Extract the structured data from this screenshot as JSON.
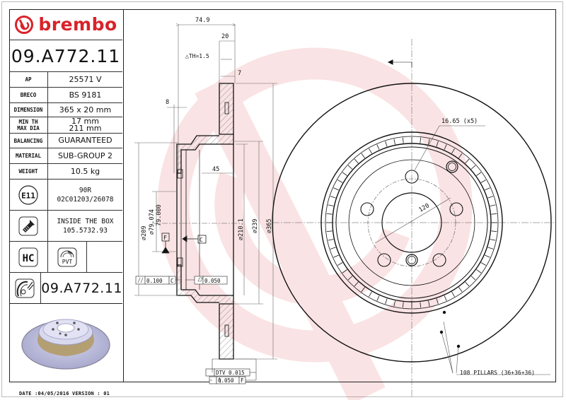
{
  "brand": {
    "name": "brembo",
    "color": "#d8232a"
  },
  "part_number": "09.A772.11",
  "specs": [
    {
      "key": "AP",
      "value": "25571 V"
    },
    {
      "key": "BRECO",
      "value": "BS 9181"
    },
    {
      "key": "DIMENSION",
      "value": "365 x 20 mm"
    },
    {
      "key": "MIN TH\nMAX DIA",
      "key_line1": "MIN TH",
      "key_line2": "MAX DIA",
      "value_line1": "17 mm",
      "value_line2": "211 mm"
    },
    {
      "key": "BALANCING",
      "value": "GUARANTEED"
    },
    {
      "key": "MATERIAL",
      "value": "SUB-GROUP 2"
    },
    {
      "key": "WEIGHT",
      "value": "10.5 kg"
    }
  ],
  "approval": {
    "icon": "e11-approval-icon",
    "label": "E11",
    "line1": "90R",
    "line2": "02C01203/26078"
  },
  "screw": {
    "icon": "screw-icon",
    "line1": "INSIDE THE BOX",
    "line2": "105.5732.93"
  },
  "badges": {
    "hc": "HC",
    "pvt": "PVT"
  },
  "reference_part": "09.A772.11",
  "footer": {
    "date_label": "DATE :04/05/2016 VERSION : 01"
  },
  "section_view": {
    "dims": {
      "overall_height": "74.9",
      "thickness": "20",
      "delta_th": "△TH=1.5",
      "seven": "7",
      "eight": "8",
      "depth": "45",
      "d209": "⌀209",
      "d79_upper": "⌀79.074",
      "d79_lower": "79.000",
      "d210": "⌀210.1",
      "d239": "⌀239",
      "d365": "⌀365",
      "datum_f": "F",
      "datum_c": "C"
    },
    "tolerances": {
      "parallel": "0.100",
      "parallel_ref": "C",
      "flatness": "0.050",
      "dtv": "DTV 0.015",
      "runout": "0.050",
      "runout_ref": "F"
    }
  },
  "front_view": {
    "hole_dia": "16.65 (x5)",
    "pcd": "120",
    "pillars": "108 PILLARS (36+36+36)"
  }
}
